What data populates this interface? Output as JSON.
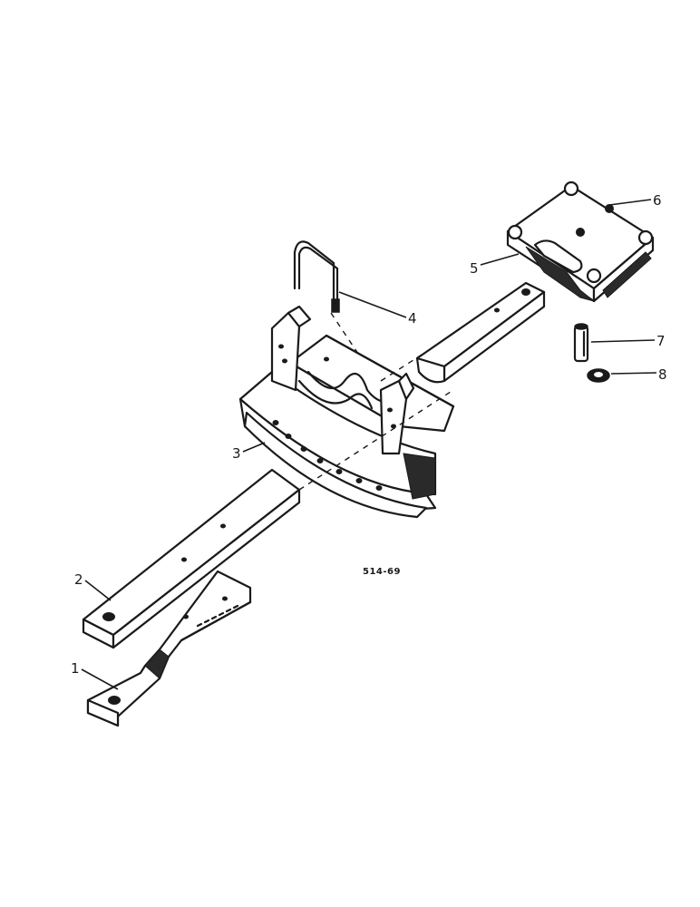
{
  "diagram": {
    "reference_code": "514-69",
    "callouts": [
      {
        "id": "1",
        "label": "1"
      },
      {
        "id": "2",
        "label": "2"
      },
      {
        "id": "3",
        "label": "3"
      },
      {
        "id": "4",
        "label": "4"
      },
      {
        "id": "5",
        "label": "5"
      },
      {
        "id": "6",
        "label": "6"
      },
      {
        "id": "7",
        "label": "7"
      },
      {
        "id": "8",
        "label": "8"
      }
    ]
  }
}
